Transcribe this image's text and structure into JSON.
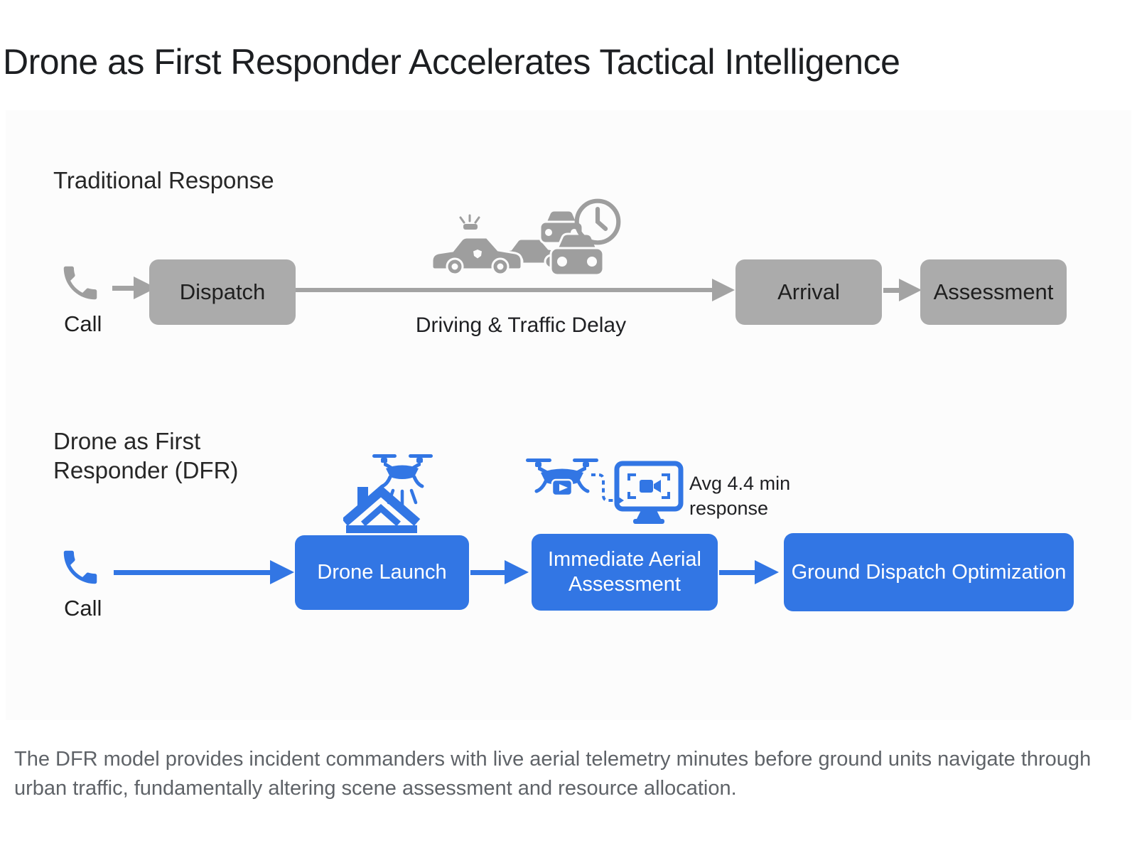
{
  "page": {
    "title": "Drone as First Responder Accelerates Tactical Intelligence",
    "caption": "The DFR model provides incident commanders with live aerial telemetry minutes before ground units navigate through urban traffic, fundamentally altering scene assessment and resource allocation."
  },
  "colors": {
    "blue_accent": "#3276e4",
    "gray_box": "#ababab",
    "gray_icon": "#9e9e9e",
    "dark_text": "#1f1f1f",
    "caption_text": "#5f6368"
  },
  "traditional": {
    "label": "Traditional Response",
    "call_label": "Call",
    "steps": [
      "Dispatch",
      "Arrival",
      "Assessment"
    ],
    "delay_label": "Driving & Traffic Delay",
    "icons": [
      "phone-icon",
      "police-car-icon",
      "traffic-cars-icon",
      "clock-icon"
    ]
  },
  "dfr": {
    "label": "Drone as First Responder (DFR)",
    "call_label": "Call",
    "steps": [
      "Drone Launch",
      "Immediate Aerial Assessment",
      "Ground Dispatch Optimization"
    ],
    "response_note": "Avg 4.4 min response",
    "icons": [
      "phone-icon",
      "drone-over-house-icon",
      "drone-camera-icon",
      "monitor-video-icon"
    ]
  }
}
